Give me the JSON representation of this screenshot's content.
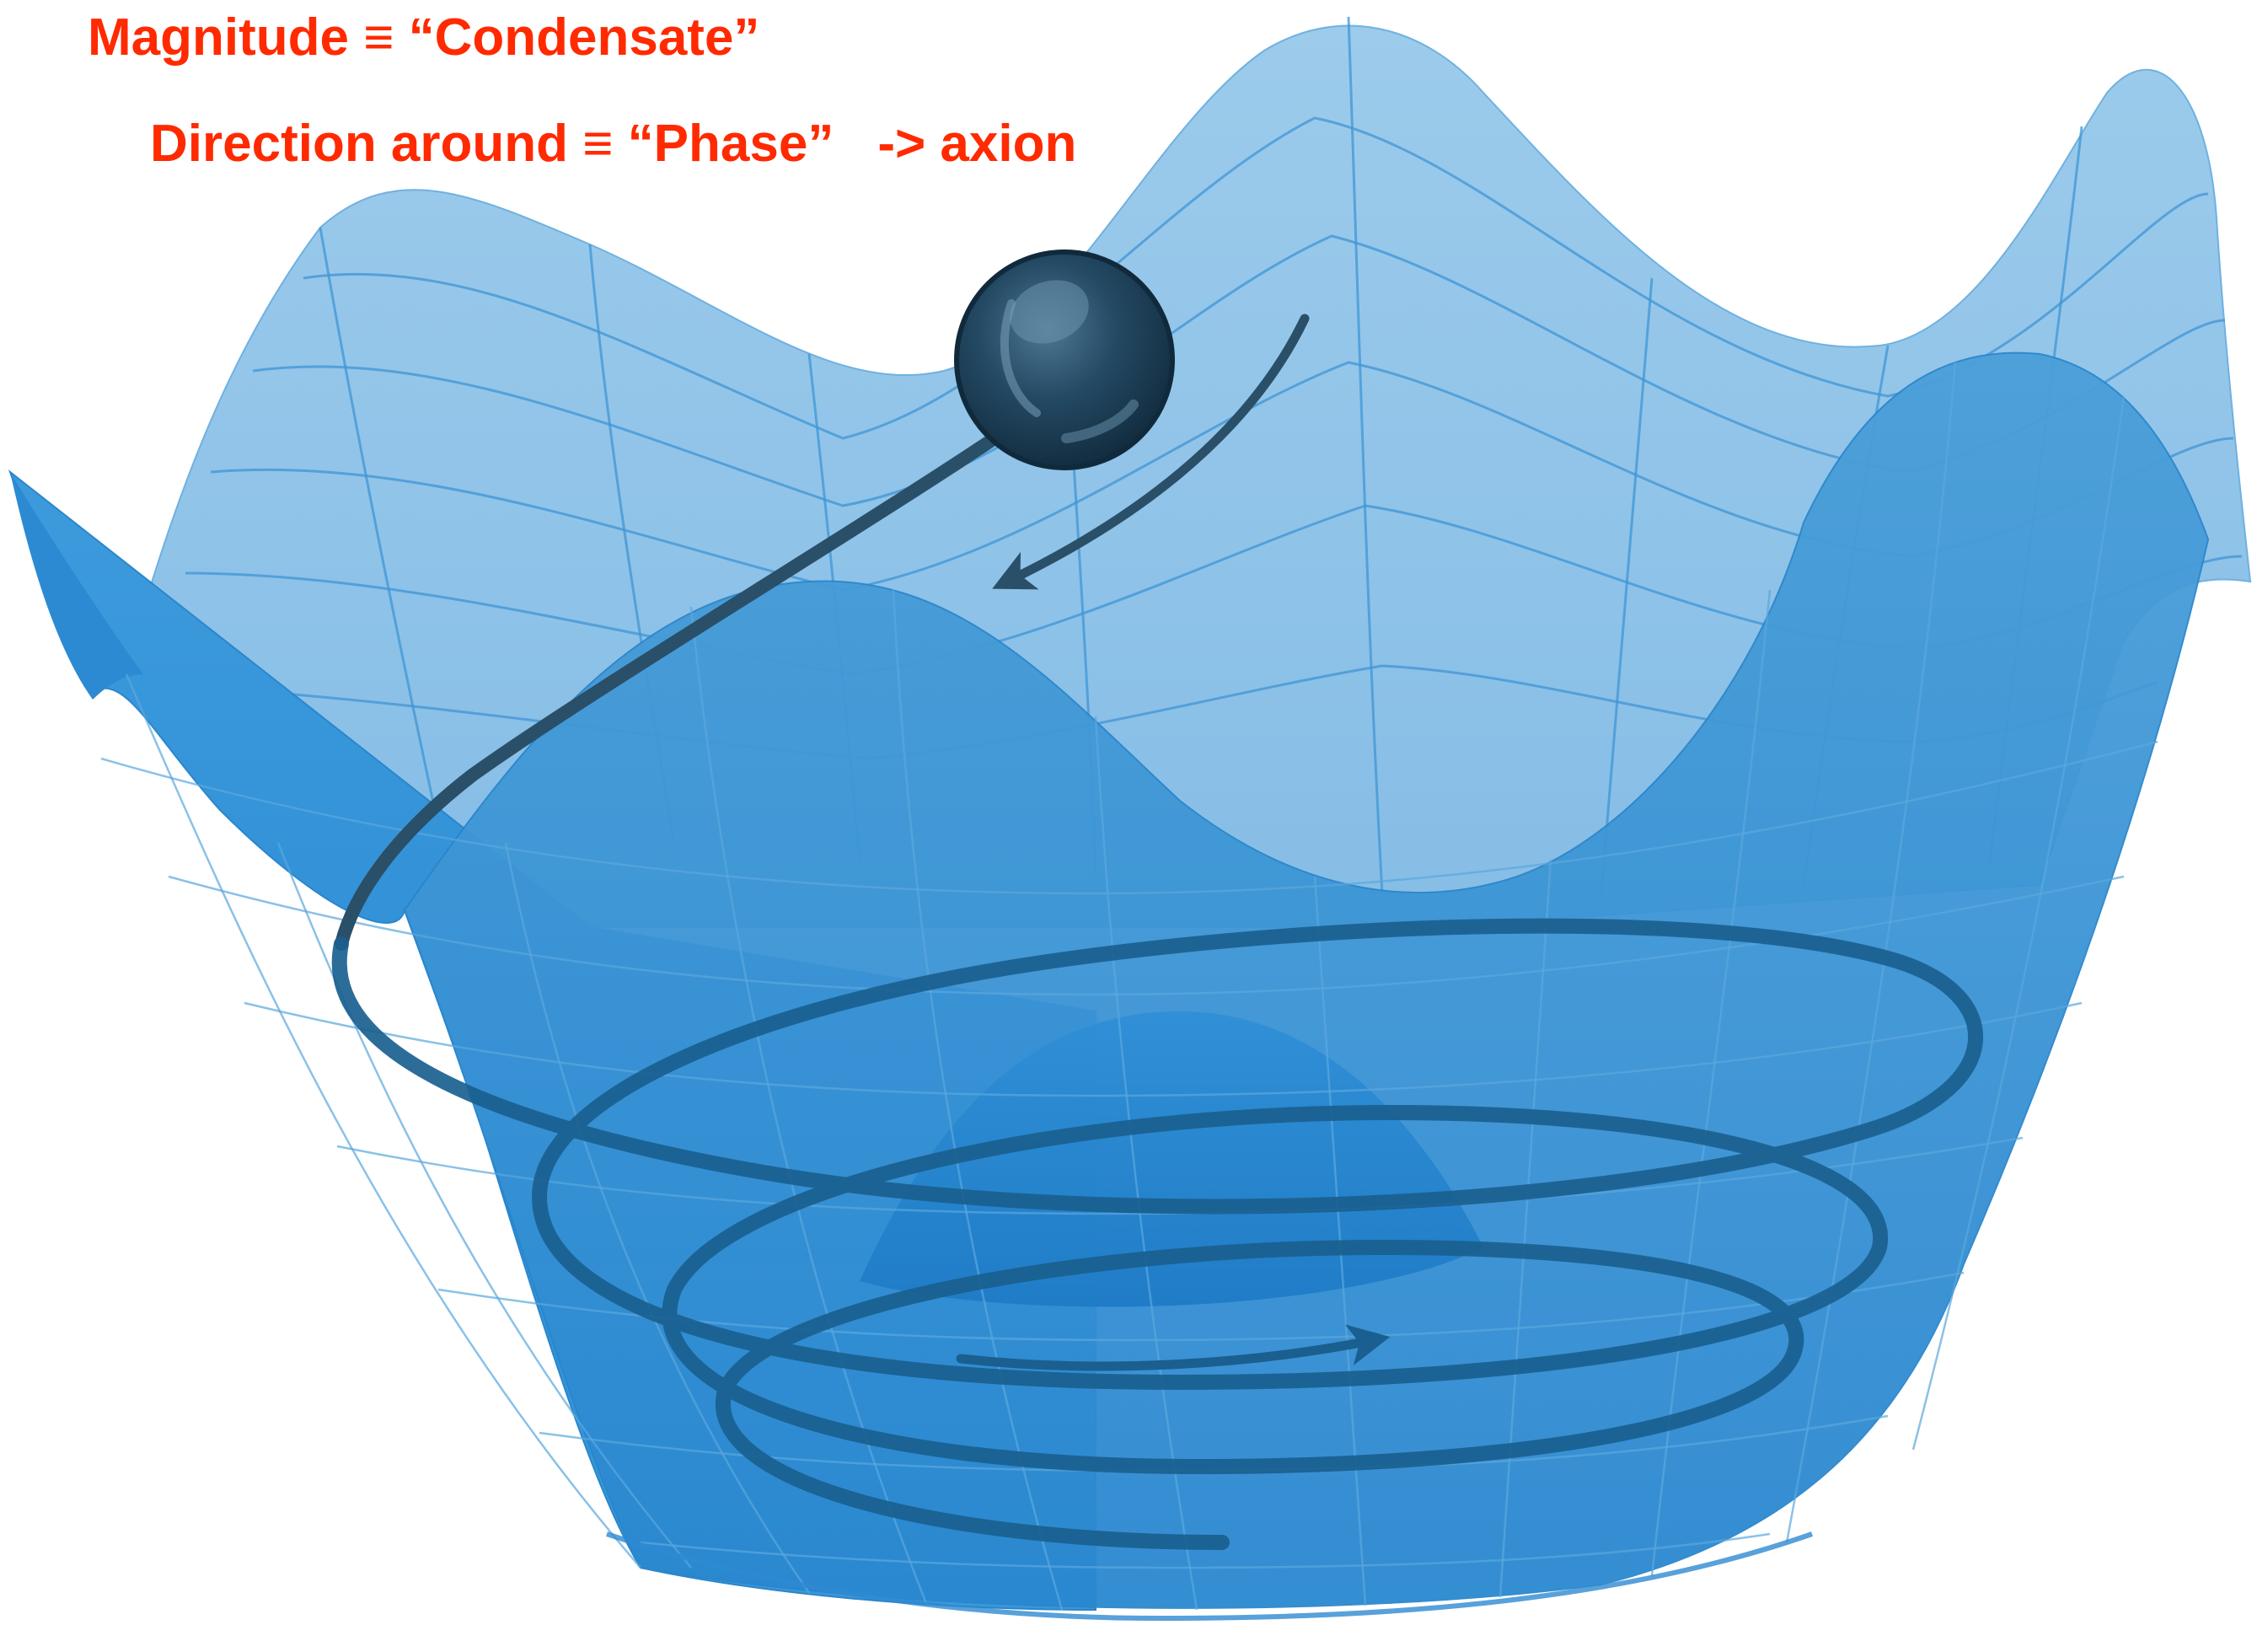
{
  "annotations": {
    "magnitude": "Magnitude ≡ “Condensate”",
    "direction": "Direction around ≡ “Phase”",
    "direction_suffix": "-> axion"
  },
  "colors": {
    "annotation_text": "#ff2a00",
    "surface_light": "#8fc3e8",
    "surface_mid": "#4a9fd8",
    "surface_dark": "#1f7fc4",
    "grid_line": "#2c86cf",
    "trajectory": "#1a5f8f",
    "trajectory_upper": "#2a4f68",
    "ball": "#1d3f57"
  },
  "icons": {
    "ball": "sphere",
    "phase_arrow_top": "curved-arrow",
    "phase_arrow_bottom": "curved-arrow"
  }
}
